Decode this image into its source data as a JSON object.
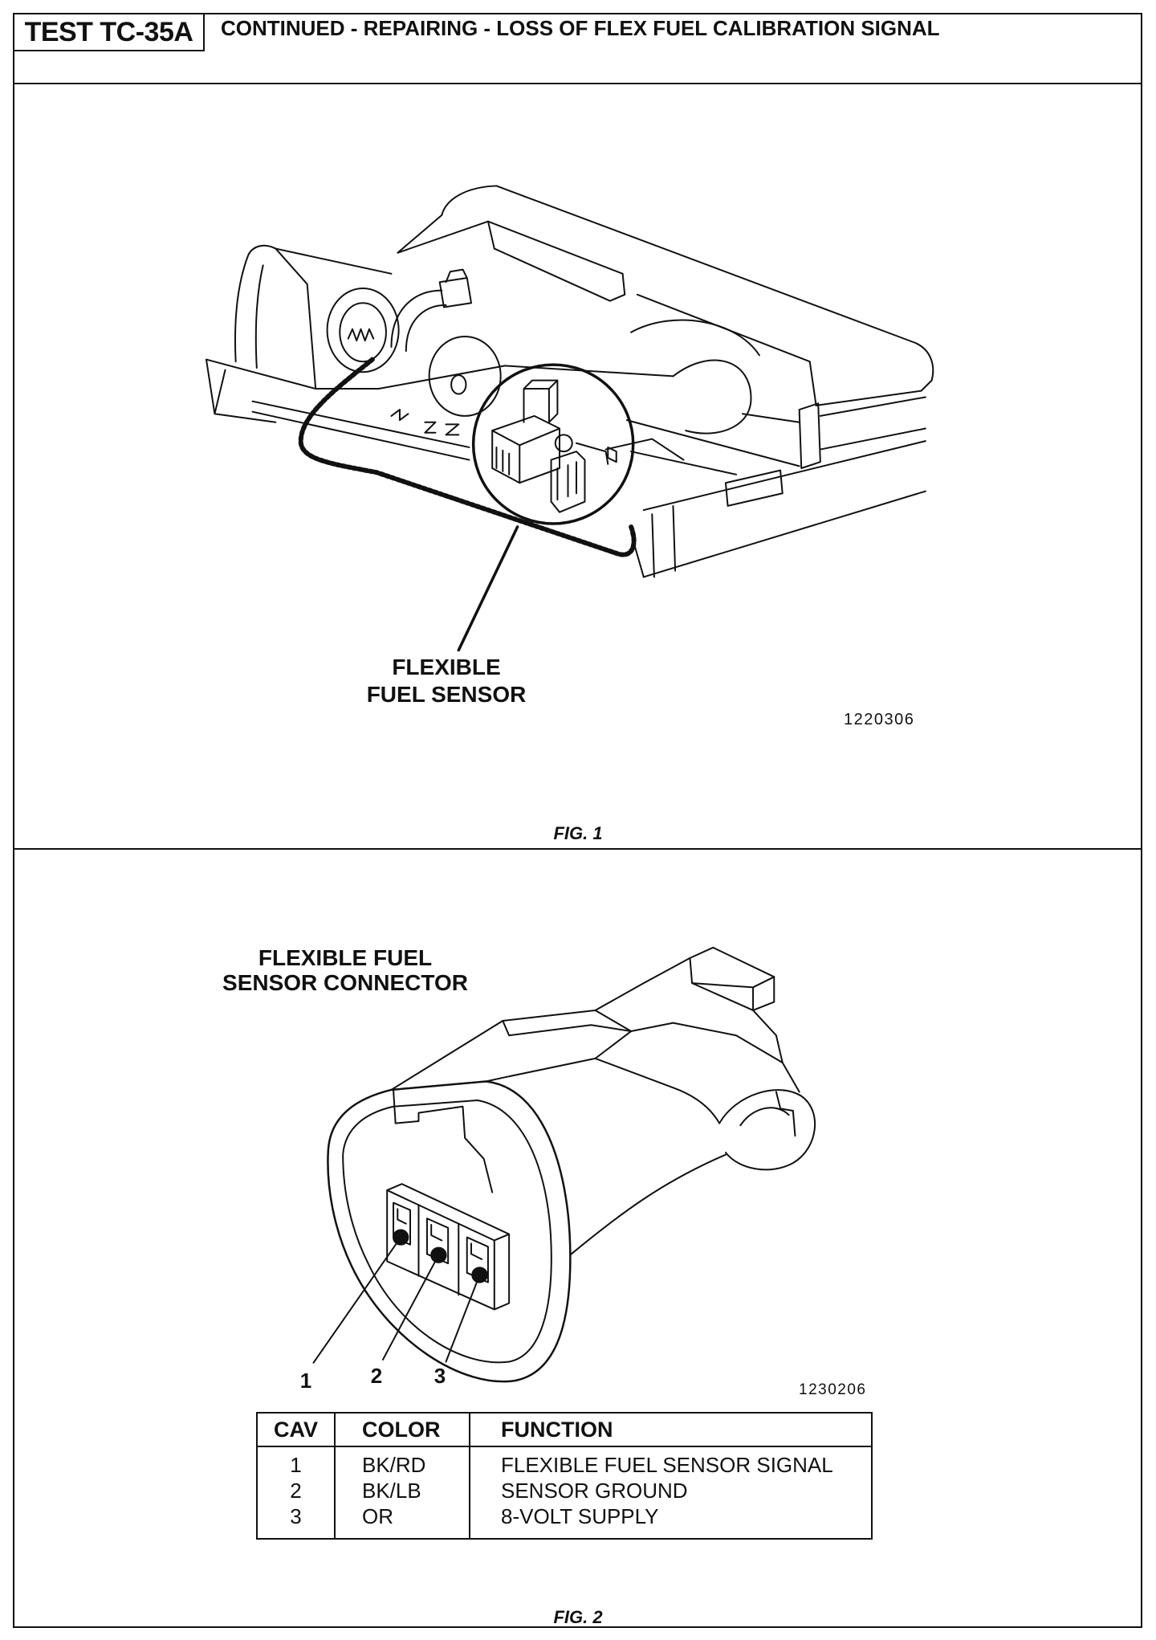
{
  "header": {
    "test_id": "TEST TC-35A",
    "title": "CONTINUED - REPAIRING - LOSS OF FLEX FUEL CALIBRATION SIGNAL"
  },
  "figure1": {
    "callout_line1": "FLEXIBLE",
    "callout_line2": "FUEL SENSOR",
    "illustration_number": "1220306",
    "caption": "FIG. 1"
  },
  "figure2": {
    "title_line1": "FLEXIBLE FUEL",
    "title_line2": "SENSOR CONNECTOR",
    "cavity_labels": [
      "1",
      "2",
      "3"
    ],
    "illustration_number": "1230206",
    "caption": "FIG. 2",
    "table": {
      "headers": [
        "CAV",
        "COLOR",
        "FUNCTION"
      ],
      "rows": [
        [
          "1",
          "BK/RD",
          "FLEXIBLE FUEL SENSOR SIGNAL"
        ],
        [
          "2",
          "BK/LB",
          "SENSOR GROUND"
        ],
        [
          "3",
          "OR",
          "8-VOLT SUPPLY"
        ]
      ]
    }
  }
}
